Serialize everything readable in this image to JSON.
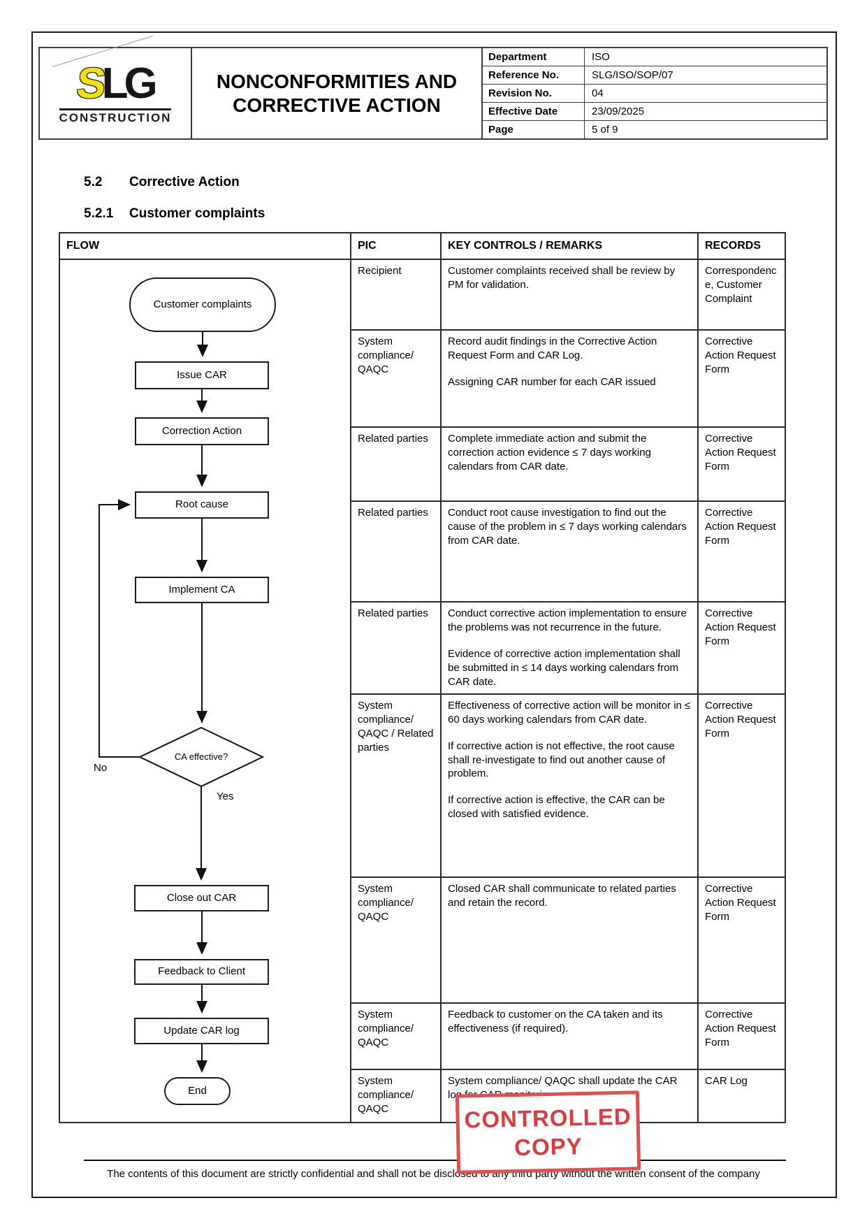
{
  "header": {
    "logo": {
      "s": "S",
      "l": "L",
      "g": "G",
      "word": "CONSTRUCTION"
    },
    "title_line1": "NONCONFORMITIES AND",
    "title_line2": "CORRECTIVE ACTION",
    "meta": [
      {
        "label": "Department",
        "value": "ISO"
      },
      {
        "label": "Reference No.",
        "value": "SLG/ISO/SOP/07"
      },
      {
        "label": "Revision No.",
        "value": "04"
      },
      {
        "label": "Effective Date",
        "value": "23/09/2025"
      },
      {
        "label": "Page",
        "value": "5 of 9"
      }
    ]
  },
  "sections": [
    {
      "number": "5.2",
      "title": "Corrective Action"
    },
    {
      "number": "5.2.1",
      "title": "Customer complaints"
    }
  ],
  "table": {
    "headers": [
      "FLOW",
      "PIC",
      "KEY CONTROLS / REMARKS",
      "RECORDS"
    ],
    "rows": [
      {
        "pic": "Recipient",
        "remarks": [
          "Customer complaints received shall be review by PM for validation."
        ],
        "records": "Correspondence, Customer Complaint"
      },
      {
        "pic": "System compliance/ QAQC",
        "remarks": [
          "Record audit findings in the Corrective Action Request Form and CAR Log.",
          "Assigning CAR number for each CAR issued"
        ],
        "records": "Corrective Action Request Form"
      },
      {
        "pic": "Related parties",
        "remarks": [
          "Complete immediate action and submit the correction action evidence ≤ 7 days working calendars from CAR date."
        ],
        "records": "Corrective Action Request Form"
      },
      {
        "pic": "Related parties",
        "remarks": [
          "Conduct root cause investigation to find out the cause of the problem in ≤ 7 days working calendars from CAR date."
        ],
        "records": "Corrective Action Request Form"
      },
      {
        "pic": "Related parties",
        "remarks": [
          "Conduct corrective action implementation to ensure the problems was not recurrence in the future.",
          "Evidence of corrective action implementation shall be submitted in ≤ 14 days working calendars from CAR date."
        ],
        "records": "Corrective Action Request Form"
      },
      {
        "pic": "System compliance/ QAQC / Related parties",
        "remarks": [
          "Effectiveness of corrective action will be monitor in ≤ 60 days working calendars from CAR date.",
          "If corrective action is not effective, the root cause shall re-investigate to find out another cause of problem.",
          "If corrective action is effective, the CAR can be closed with satisfied evidence."
        ],
        "records": "Corrective Action Request Form"
      },
      {
        "pic": "System compliance/ QAQC",
        "remarks": [
          "Closed CAR shall communicate to related parties and retain the record."
        ],
        "records": "Corrective Action Request Form"
      },
      {
        "pic": "System compliance/ QAQC",
        "remarks": [
          "Feedback to customer on the CA taken and its effectiveness (if required)."
        ],
        "records": "Corrective Action Request Form"
      },
      {
        "pic": "System compliance/ QAQC",
        "remarks": [
          "System compliance/ QAQC shall update the CAR log for CAR monitoring"
        ],
        "records": "CAR Log"
      }
    ]
  },
  "flowchart": {
    "nodes": [
      {
        "id": "start",
        "label": "Customer complaints"
      },
      {
        "id": "issue-car",
        "label": "Issue CAR"
      },
      {
        "id": "correction-action",
        "label": "Correction Action"
      },
      {
        "id": "root-cause",
        "label": "Root cause"
      },
      {
        "id": "implement-ca",
        "label": "Implement CA"
      },
      {
        "id": "ca-effective",
        "label": "CA effective?"
      },
      {
        "id": "close-out-car",
        "label": "Close out CAR"
      },
      {
        "id": "feedback-to-client",
        "label": "Feedback to Client"
      },
      {
        "id": "update-car-log",
        "label": "Update CAR log"
      },
      {
        "id": "end",
        "label": "End"
      }
    ],
    "branch_labels": {
      "no": "No",
      "yes": "Yes"
    }
  },
  "stamp": {
    "line1": "CONTROLLED",
    "line2": "COPY",
    "color": "#dc3c41"
  },
  "footer": "The contents of this document are strictly confidential and shall not be disclosed to any third party without the written consent of the company"
}
